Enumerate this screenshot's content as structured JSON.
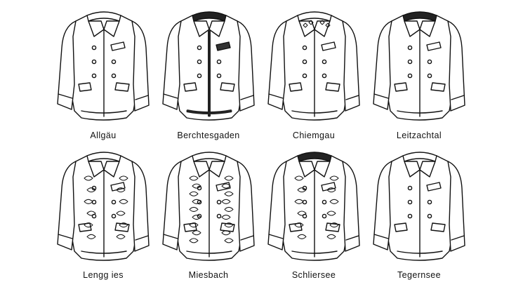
{
  "jackets": [
    {
      "label": "Allgäu",
      "style": "plain"
    },
    {
      "label": "Berchtesgaden",
      "style": "trim"
    },
    {
      "label": "Chiemgau",
      "style": "edelweiss-collar"
    },
    {
      "label": "Leitzachtal",
      "style": "dark-collar"
    },
    {
      "label": "Lengg ies",
      "style": "embroidered"
    },
    {
      "label": "Miesbach",
      "style": "embroidered-heavy"
    },
    {
      "label": "Schliersee",
      "style": "embroidered-dark-collar"
    },
    {
      "label": "Tegernsee",
      "style": "plain-pocketed"
    }
  ]
}
